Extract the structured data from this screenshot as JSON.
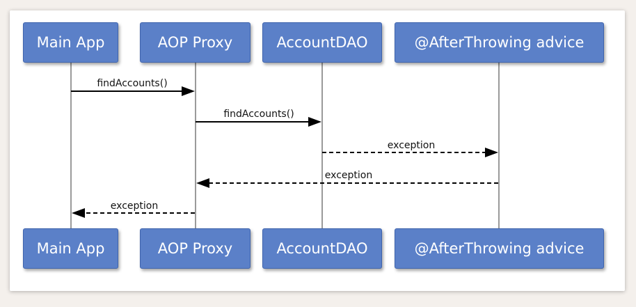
{
  "participants": [
    {
      "id": "main",
      "label": "Main App"
    },
    {
      "id": "proxy",
      "label": "AOP Proxy"
    },
    {
      "id": "dao",
      "label": "AccountDAO"
    },
    {
      "id": "advice",
      "label": "@AfterThrowing advice"
    }
  ],
  "messages": [
    {
      "from": "main",
      "to": "proxy",
      "label": "findAccounts()",
      "style": "solid"
    },
    {
      "from": "proxy",
      "to": "dao",
      "label": "findAccounts()",
      "style": "solid"
    },
    {
      "from": "dao",
      "to": "advice",
      "label": "exception",
      "style": "dashed"
    },
    {
      "from": "advice",
      "to": "proxy",
      "label": "exception",
      "style": "dashed"
    },
    {
      "from": "proxy",
      "to": "main",
      "label": "exception",
      "style": "dashed"
    }
  ],
  "colors": {
    "actor_fill": "#5b80c8",
    "actor_border": "#3f64ad",
    "lifeline": "#9a9a9a",
    "arrow": "#000000"
  }
}
